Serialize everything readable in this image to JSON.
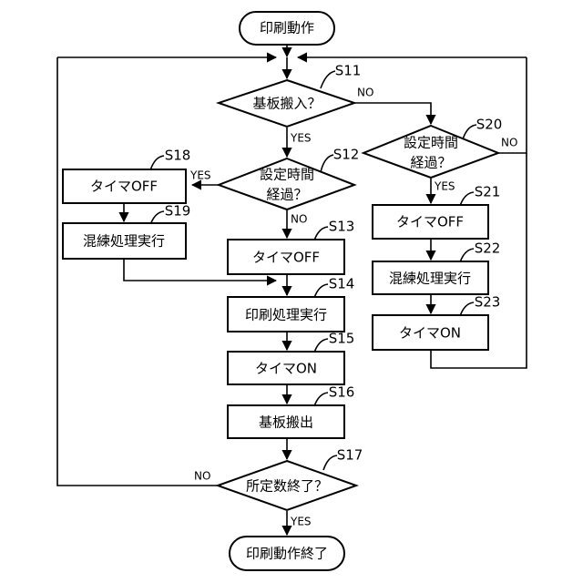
{
  "nodes": {
    "start": "印刷動作",
    "s11": "基板搬入？",
    "s12_line1": "設定時間",
    "s12_line2": "経過？",
    "s13": "タイマOFF",
    "s14": "印刷処理実行",
    "s15": "タイマON",
    "s16": "基板搬出",
    "s17": "所定数終了？",
    "end": "印刷動作終了",
    "s18": "タイマOFF",
    "s19": "混練処理実行",
    "s20_line1": "設定時間",
    "s20_line2": "経過？",
    "s21": "タイマOFF",
    "s22": "混練処理実行",
    "s23": "タイマON"
  },
  "step_labels": {
    "s11": "S11",
    "s12": "S12",
    "s13": "S13",
    "s14": "S14",
    "s15": "S15",
    "s16": "S16",
    "s17": "S17",
    "s18": "S18",
    "s19": "S19",
    "s20": "S20",
    "s21": "S21",
    "s22": "S22",
    "s23": "S23"
  },
  "branch_labels": {
    "s11_no": "NO",
    "s11_yes": "YES",
    "s12_yes": "YES",
    "s12_no": "NO",
    "s20_no": "NO",
    "s20_yes": "YES",
    "s17_no": "NO",
    "s17_yes": "YES"
  }
}
